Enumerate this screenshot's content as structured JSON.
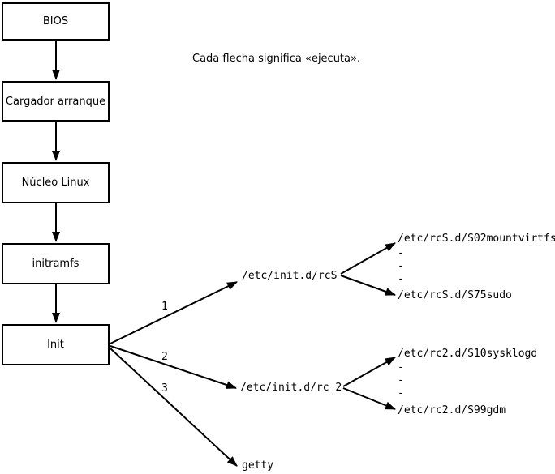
{
  "note": "Cada flecha significa «ejecuta».",
  "boxes": {
    "bios": "BIOS",
    "bootloader": "Cargador arranque",
    "kernel": "Núcleo Linux",
    "initramfs": "initramfs",
    "init": "Init"
  },
  "branch_labels": {
    "first": "1",
    "second": "2",
    "third": "3"
  },
  "paths": {
    "rcS": "/etc/init.d/rcS",
    "rc2": "/etc/init.d/rc 2",
    "getty": "getty",
    "rcS_first": "/etc/rcS.d/S02mountvirtfs",
    "rcS_last": "/etc/rcS.d/S75sudo",
    "rc2_first": "/etc/rc2.d/S10sysklogd",
    "rc2_last": "/etc/rc2.d/S99gdm",
    "ellipsis_dash": "-"
  },
  "colors": {
    "line": "#000000",
    "background": "#ffffff"
  }
}
